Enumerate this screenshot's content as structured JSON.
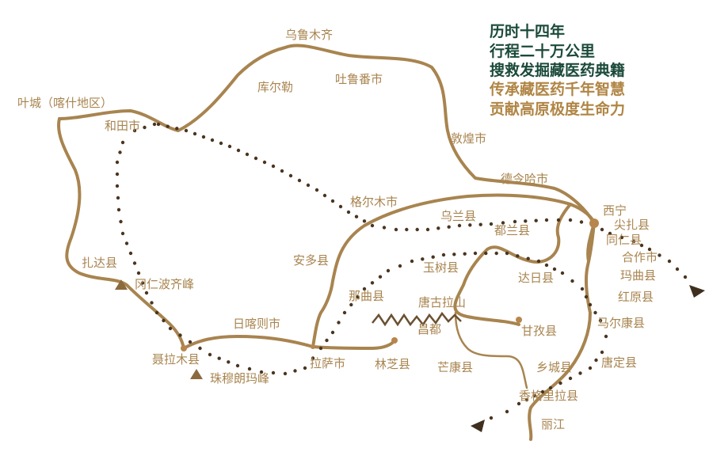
{
  "slogans": [
    {
      "text": "历时十四年",
      "color": "#1b4a3a"
    },
    {
      "text": "行程二十万公里",
      "color": "#1b4a3a"
    },
    {
      "text": "搜救发掘藏医药典籍",
      "color": "#1b4a3a"
    },
    {
      "text": "传承藏医药千年智慧",
      "color": "#b08544"
    },
    {
      "text": "贡献高原极度生命力",
      "color": "#b08544"
    }
  ],
  "places": {
    "urumqi": "乌鲁木齐",
    "korla": "库尔勒",
    "turpan": "吐鲁番市",
    "yecheng": "叶城（喀什地区）",
    "hotan": "和田市",
    "dunhuang": "敦煌市",
    "delingha": "德令哈市",
    "golmud": "格尔木市",
    "ulan": "乌兰县",
    "dulan": "都兰县",
    "xining": "西宁",
    "jianzha": "尖扎县",
    "tongren": "同仁县",
    "hezuo": "合作市",
    "maqu": "玛曲县",
    "hongyuan": "红原县",
    "zanda": "扎达县",
    "amdo": "安多县",
    "yushu": "玉树县",
    "darlag": "达日县",
    "nagqu": "那曲县",
    "tanggula": "唐古拉山",
    "qamdo": "昌都",
    "garze": "甘孜县",
    "barkam": "马尔康县",
    "kangrinboqe": "冈仁波齐峰",
    "shigatse": "日喀则市",
    "nyalam": "聂拉木县",
    "lhasa": "拉萨市",
    "nyingchi": "林芝县",
    "markam": "芒康县",
    "xiangcheng": "乡城县",
    "dartsedo": "唐定县",
    "shangrila": "香格里拉县",
    "lijiang": "丽江",
    "everest": "珠穆朗玛峰"
  },
  "colors": {
    "route": "#a8844f",
    "dots": "#4a3520",
    "green_text": "#1b4a3a",
    "gold_text": "#b08544"
  },
  "icons": [
    "mountain-peak-icon",
    "city-pin-icon",
    "route-arrow-icon",
    "mountain-range-icon"
  ]
}
